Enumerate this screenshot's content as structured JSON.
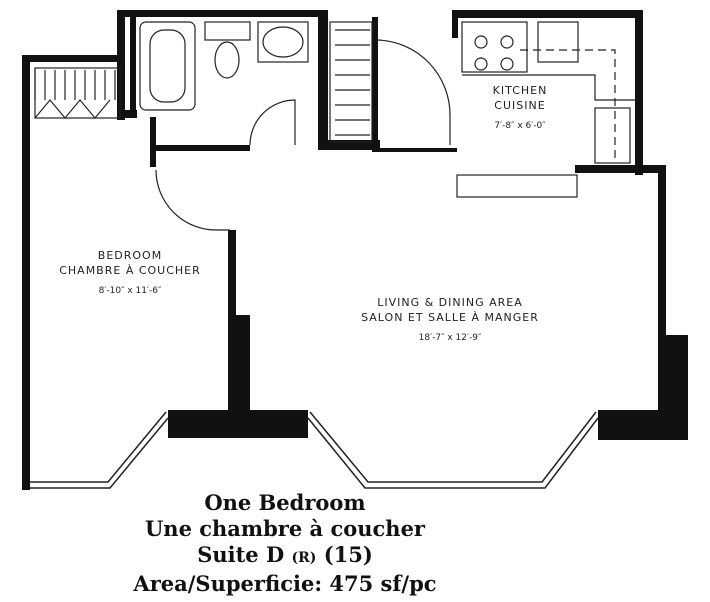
{
  "rooms": {
    "kitchen": {
      "name_en": "KITCHEN",
      "name_fr": "CUISINE",
      "dimensions": "7′-8″ x 6′-0″"
    },
    "bedroom": {
      "name_en": "BEDROOM",
      "name_fr": "CHAMBRE À COUCHER",
      "dimensions": "8′-10″ x 11′-6″"
    },
    "living": {
      "name_en": "LIVING & DINING AREA",
      "name_fr": "SALON ET SALLE À MANGER",
      "dimensions": "18′-7″ x 12′-9″"
    }
  },
  "title": {
    "line1": "One Bedroom",
    "line2": "Une chambre à coucher",
    "suite": "Suite D",
    "suite_mark": "(R)",
    "suite_num": "(15)",
    "area": "Area/Superficie: 475 sf/pc"
  }
}
